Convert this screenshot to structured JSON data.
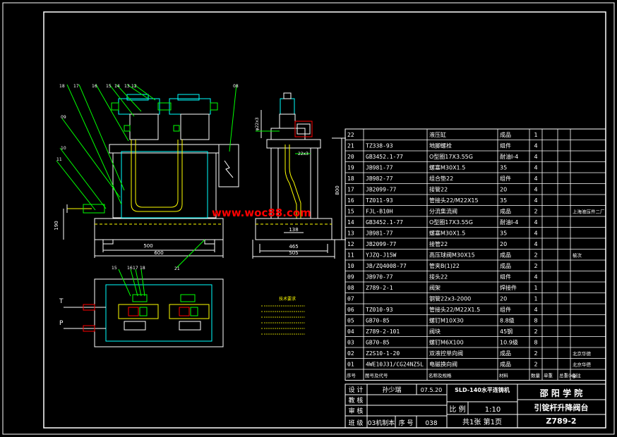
{
  "watermark": "www.woc88.com",
  "colors": {
    "line": "#ffffff",
    "cyan": "#00ffff",
    "green": "#00ff00",
    "yellow": "#ffff00",
    "red": "#ff0000",
    "magenta": "#ff00ff",
    "watermark": "#ff0000"
  },
  "front_view": {
    "balloons": [
      "18",
      "17",
      "16",
      "15",
      "14",
      "13",
      "12",
      "11",
      "10",
      "09",
      "08"
    ],
    "dims": {
      "w500": "500",
      "w600": "600",
      "h190": "190"
    },
    "ref": "21"
  },
  "side_view": {
    "dims": {
      "w465": "465",
      "w505": "505",
      "h800": "800",
      "d138": "138",
      "pipe": "22x3",
      "dia": "φ22x3"
    }
  },
  "plan_view": {
    "balloons": [
      "15",
      "16",
      "17",
      "18"
    ],
    "ports": [
      "T",
      "P"
    ],
    "ref": "21"
  },
  "notes_title": "技术要求",
  "notes_lines": 6,
  "bom": {
    "rows": [
      {
        "no": "22",
        "code": "",
        "name": "液压缸",
        "material": "成品",
        "qty": "1",
        "note": ""
      },
      {
        "no": "21",
        "code": "TZ338-93",
        "name": "地脚螺栓",
        "material": "组件",
        "qty": "4",
        "note": ""
      },
      {
        "no": "20",
        "code": "GB3452.1-77",
        "name": "O型圈17X3.55G",
        "material": "耐油I-4",
        "qty": "4",
        "note": ""
      },
      {
        "no": "19",
        "code": "JB981-77",
        "name": "螺塞M30X1.5",
        "material": "35",
        "qty": "4",
        "note": ""
      },
      {
        "no": "18",
        "code": "JB982-77",
        "name": "组合垫22",
        "material": "组件",
        "qty": "4",
        "note": ""
      },
      {
        "no": "17",
        "code": "JB2099-77",
        "name": "接管22",
        "material": "20",
        "qty": "4",
        "note": ""
      },
      {
        "no": "16",
        "code": "TZ011-93",
        "name": "管接头22/M22X15",
        "material": "35",
        "qty": "4",
        "note": ""
      },
      {
        "no": "15",
        "code": "FJL-B10H",
        "name": "分流集流阀",
        "material": "成品",
        "qty": "2",
        "note": "上海液压件二厂"
      },
      {
        "no": "14",
        "code": "GB3452.1-77",
        "name": "O型圈17X3.55G",
        "material": "耐油I-4",
        "qty": "4",
        "note": ""
      },
      {
        "no": "13",
        "code": "JB981-77",
        "name": "螺塞M30X1.5",
        "material": "35",
        "qty": "4",
        "note": ""
      },
      {
        "no": "12",
        "code": "JB2099-77",
        "name": "接管22",
        "material": "20",
        "qty": "4",
        "note": ""
      },
      {
        "no": "11",
        "code": "YJZQ-J15W",
        "name": "高压球阀M30X15",
        "material": "成品",
        "qty": "2",
        "note": "榆次"
      },
      {
        "no": "10",
        "code": "JB/ZQ4008-77",
        "name": "管夹B(1)22",
        "material": "成品",
        "qty": "2",
        "note": ""
      },
      {
        "no": "09",
        "code": "JB970-77",
        "name": "接头22",
        "material": "组件",
        "qty": "4",
        "note": ""
      },
      {
        "no": "08",
        "code": "Z789-2-1",
        "name": "阀架",
        "material": "焊接件",
        "qty": "1",
        "note": ""
      },
      {
        "no": "07",
        "code": "",
        "name": "钢管22x3-2000",
        "material": "20",
        "qty": "1",
        "note": ""
      },
      {
        "no": "06",
        "code": "TZ010-93",
        "name": "管接头22/M22X1.5",
        "material": "组件",
        "qty": "4",
        "note": ""
      },
      {
        "no": "05",
        "code": "GB70-85",
        "name": "螺钉M10X30",
        "material": "8.8级",
        "qty": "8",
        "note": ""
      },
      {
        "no": "04",
        "code": "Z789-2-101",
        "name": "阀块",
        "material": "45钢",
        "qty": "2",
        "note": ""
      },
      {
        "no": "03",
        "code": "GB70-85",
        "name": "螺钉M6X100",
        "material": "10.9级",
        "qty": "8",
        "note": ""
      },
      {
        "no": "02",
        "code": "Z2S10-1-20",
        "name": "双液控单向阀",
        "material": "成品",
        "qty": "2",
        "note": "北京华德"
      },
      {
        "no": "01",
        "code": "4WE10J31/CG24NZ5L",
        "name": "电磁换向阀",
        "material": "成品",
        "qty": "2",
        "note": "北京华德"
      }
    ],
    "header": {
      "seq": "序号",
      "code": "图号及代号",
      "name": "名称及规格",
      "qty": "数量",
      "material": "材料",
      "unit": "单重",
      "total": "总重(kg)",
      "note": "备注"
    }
  },
  "title_block": {
    "row1": {
      "label": "设 计",
      "person": "孙少瑞",
      "date": "07.5.20",
      "project": "SLD-140水平连铸机"
    },
    "row2": {
      "label": "教 核"
    },
    "row3": {
      "label": "审 核"
    },
    "row4": {
      "label": "班 级",
      "class": "03机制本",
      "seq_label": "序 号",
      "seq": "038"
    },
    "school": "邵 阳 学 院",
    "scale_label": "比 例",
    "scale": "1:10",
    "sheets": "共1张 第1页",
    "drawing_title": "引锭杆升降阀台",
    "drawing_no": "Z789-2"
  }
}
